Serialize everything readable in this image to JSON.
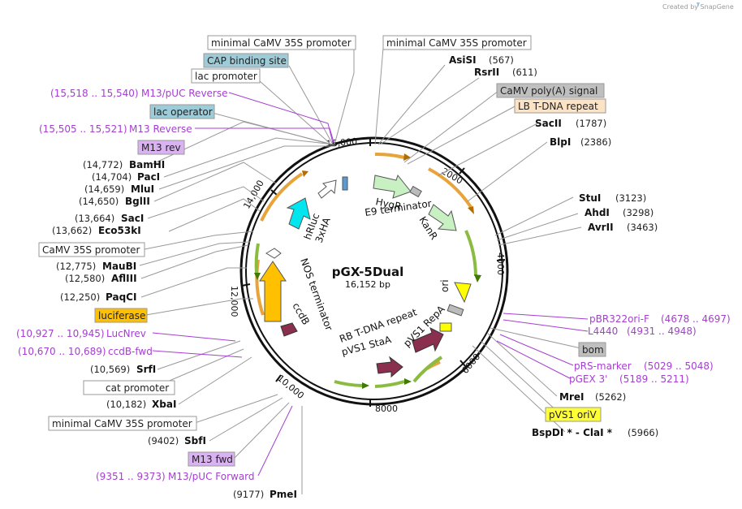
{
  "watermark": "Created by SnapGene",
  "plasmid": {
    "name": "pGX-5Dual",
    "length": "16,152 bp"
  },
  "ticks": [
    "2000",
    "4000",
    "6000",
    "8000",
    "10,000",
    "12,000",
    "14,000",
    "16,000"
  ],
  "boxes": [
    {
      "id": "box-min1",
      "text": "minimal CaMV 35S promoter",
      "fill": "#ffffff"
    },
    {
      "id": "box-min2",
      "text": "minimal CaMV 35S promoter",
      "fill": "#ffffff"
    },
    {
      "id": "box-cap",
      "text": "CAP binding site",
      "fill": "#9ecbd8"
    },
    {
      "id": "box-lacp",
      "text": "lac promoter",
      "fill": "#ffffff"
    },
    {
      "id": "box-laco",
      "text": "lac operator",
      "fill": "#9ecbd8"
    },
    {
      "id": "box-m13rev",
      "text": "M13 rev",
      "fill": "#d9b3f0"
    },
    {
      "id": "box-camv",
      "text": "CaMV 35S promoter",
      "fill": "#ffffff"
    },
    {
      "id": "box-luc",
      "text": "luciferase",
      "fill": "#ffc000"
    },
    {
      "id": "box-cat",
      "text": "cat promoter",
      "fill": "#ffffff"
    },
    {
      "id": "box-min3",
      "text": "minimal CaMV 35S promoter",
      "fill": "#ffffff"
    },
    {
      "id": "box-m13fwd",
      "text": "M13 fwd",
      "fill": "#d9b3f0"
    },
    {
      "id": "box-polya",
      "text": "CaMV poly(A) signal",
      "fill": "#bfbfbf"
    },
    {
      "id": "box-lb",
      "text": "LB T-DNA repeat",
      "fill": "#fde3c5"
    },
    {
      "id": "box-bom",
      "text": "bom",
      "fill": "#bfbfbf"
    },
    {
      "id": "box-pvs1",
      "text": "pVS1 oriV",
      "fill": "#ffff33"
    }
  ],
  "sites": [
    {
      "id": "s-asisi",
      "name": "AsiSI",
      "pos": "(567)"
    },
    {
      "id": "s-rsrii",
      "name": "RsrII",
      "pos": "(611)"
    },
    {
      "id": "s-sacii",
      "name": "SacII",
      "pos": "(1787)"
    },
    {
      "id": "s-blpi",
      "name": "BlpI",
      "pos": "(2386)"
    },
    {
      "id": "s-stui",
      "name": "StuI",
      "pos": "(3123)"
    },
    {
      "id": "s-ahdi",
      "name": "AhdI",
      "pos": "(3298)"
    },
    {
      "id": "s-avrii",
      "name": "AvrII",
      "pos": "(3463)"
    },
    {
      "id": "s-mrei",
      "name": "MreI",
      "pos": "(5262)"
    },
    {
      "id": "s-claI",
      "name": "BspDI * - ClaI *",
      "pos": "(5966)"
    },
    {
      "id": "s-bamhi",
      "name": "BamHI",
      "pos": "(14,772)"
    },
    {
      "id": "s-paci",
      "name": "PacI",
      "pos": "(14,704)"
    },
    {
      "id": "s-mlui",
      "name": "MluI",
      "pos": "(14,659)"
    },
    {
      "id": "s-bglii",
      "name": "BglII",
      "pos": "(14,650)"
    },
    {
      "id": "s-saci",
      "name": "SacI",
      "pos": "(13,664)"
    },
    {
      "id": "s-eco53ki",
      "name": "Eco53kI",
      "pos": "(13,662)"
    },
    {
      "id": "s-maubi",
      "name": "MauBI",
      "pos": "(12,775)"
    },
    {
      "id": "s-afliii",
      "name": "AflIII",
      "pos": "(12,580)"
    },
    {
      "id": "s-paqci",
      "name": "PaqCI",
      "pos": "(12,250)"
    },
    {
      "id": "s-srfi",
      "name": "SrfI",
      "pos": "(10,569)"
    },
    {
      "id": "s-xbai",
      "name": "XbaI",
      "pos": "(10,182)"
    },
    {
      "id": "s-sbfi",
      "name": "SbfI",
      "pos": "(9402)"
    },
    {
      "id": "s-pmei",
      "name": "PmeI",
      "pos": "(9177)"
    }
  ],
  "primers": [
    {
      "id": "p-m13puc-rev",
      "name": "M13/pUC Reverse",
      "pos": "(15,518 .. 15,540)"
    },
    {
      "id": "p-m13-rev",
      "name": "M13 Reverse",
      "pos": "(15,505 .. 15,521)"
    },
    {
      "id": "p-lucnrev",
      "name": "LucNrev",
      "pos": "(10,927 .. 10,945)"
    },
    {
      "id": "p-ccdb",
      "name": "ccdB-fwd",
      "pos": "(10,670 .. 10,689)"
    },
    {
      "id": "p-m13puc-fwd",
      "name": "M13/pUC Forward",
      "pos": "(9351 .. 9373)"
    },
    {
      "id": "p-pbr",
      "name": "pBR322ori-F",
      "pos": "(4678 .. 4697)"
    },
    {
      "id": "p-l4440",
      "name": "L4440",
      "pos": "(4931 .. 4948)"
    },
    {
      "id": "p-prs",
      "name": "pRS-marker",
      "pos": "(5029 .. 5048)"
    },
    {
      "id": "p-pgex",
      "name": "pGEX 3'",
      "pos": "(5189 .. 5211)"
    }
  ],
  "features": {
    "hygr": "HygR",
    "e9": "E9 terminator",
    "kanr": "KanR",
    "ori": "ori",
    "hrluc": "hRluc",
    "ha": "3xHA",
    "nos": "NOS terminator",
    "ccdb": "ccdB",
    "rb": "RB T-DNA repeat",
    "repa": "pVS1 RepA",
    "staa": "pVS1 StaA"
  }
}
